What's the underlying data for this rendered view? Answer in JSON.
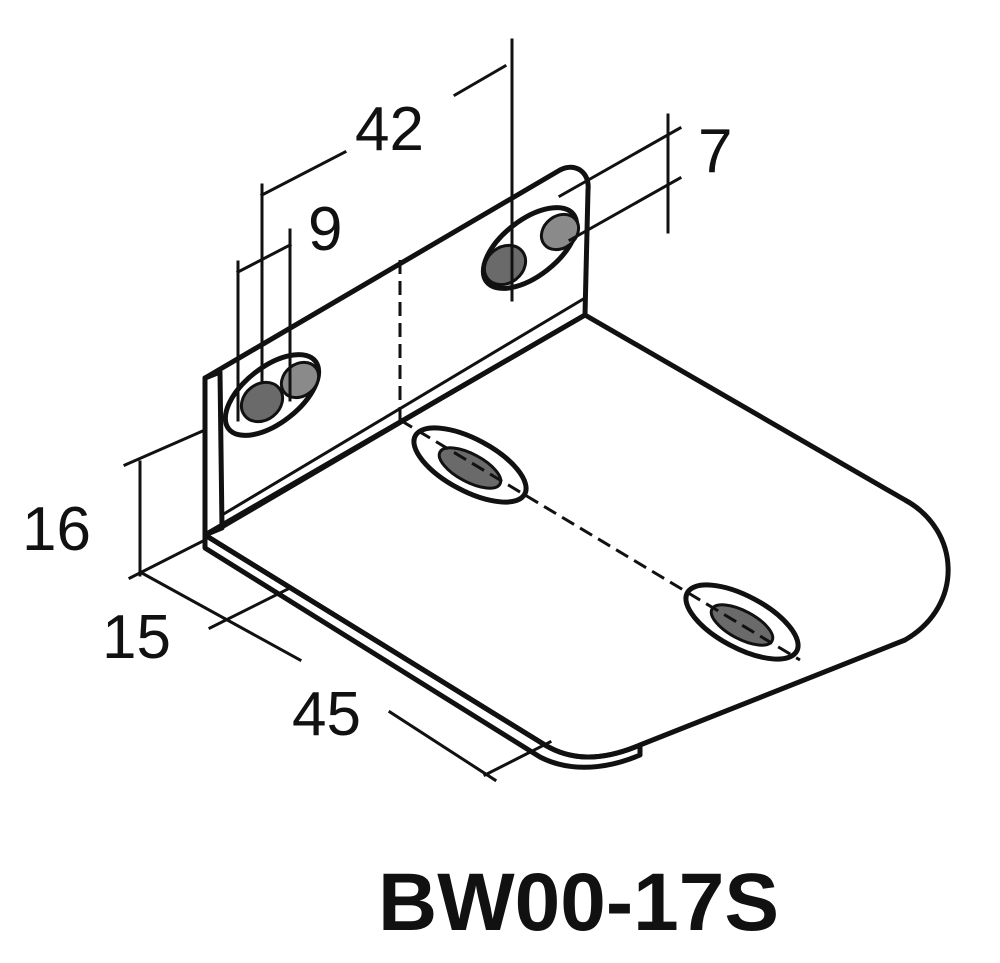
{
  "model": "BW00-17S",
  "dimensions": {
    "d42": "42",
    "d9": "9",
    "d7": "7",
    "d16": "16",
    "d15": "15",
    "d45": "45"
  },
  "colors": {
    "plate_fill": "#c8c8c8",
    "line": "#111111",
    "background": "#ffffff"
  }
}
